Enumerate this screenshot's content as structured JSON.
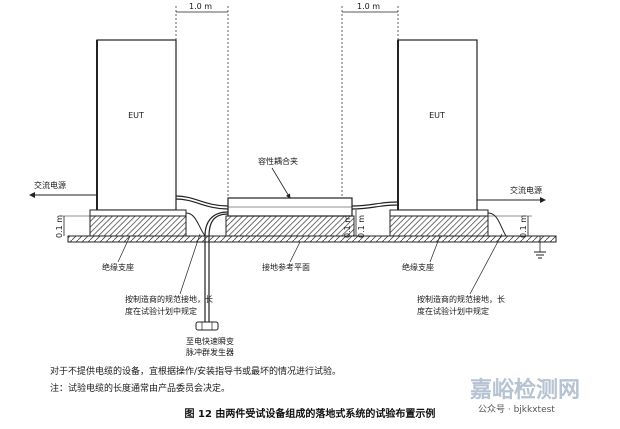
{
  "labels": {
    "dim_top_left": "1.0 m",
    "dim_top_right": "1.0 m",
    "eut_left": "EUT",
    "eut_right": "EUT",
    "capacitive_clamp": "容性耦合夹",
    "ac_power_left": "交流电源",
    "ac_power_right": "交流电源",
    "h_left": "0.1 m",
    "h_mid": "0.1 m",
    "h_mid2": "0.1 m",
    "h_right": "0.1 m",
    "insulation_left": "绝缘支座",
    "insulation_right": "绝缘支座",
    "ground_plane": "接地参考平面",
    "grounding_left_1": "按制造商的规范接地，长",
    "grounding_left_2": "度在试验计划中规定",
    "grounding_right_1": "按制造商的规范接地，长",
    "grounding_right_2": "度在试验计划中规定",
    "generator_1": "至电快速瞬变",
    "generator_2": "脉冲群发生器"
  },
  "notes": {
    "line1": "对于不提供电缆的设备，宜根据操作/安装指导书或最坏的情况进行试验。",
    "line2": "注：试验电缆的长度通常由产品委员会决定。"
  },
  "caption": "图 12   由两件受试设备组成的落地式系统的试验布置示例",
  "watermark": {
    "big": "嘉峪检测网",
    "small": "公众号 · bjkkxtest"
  }
}
